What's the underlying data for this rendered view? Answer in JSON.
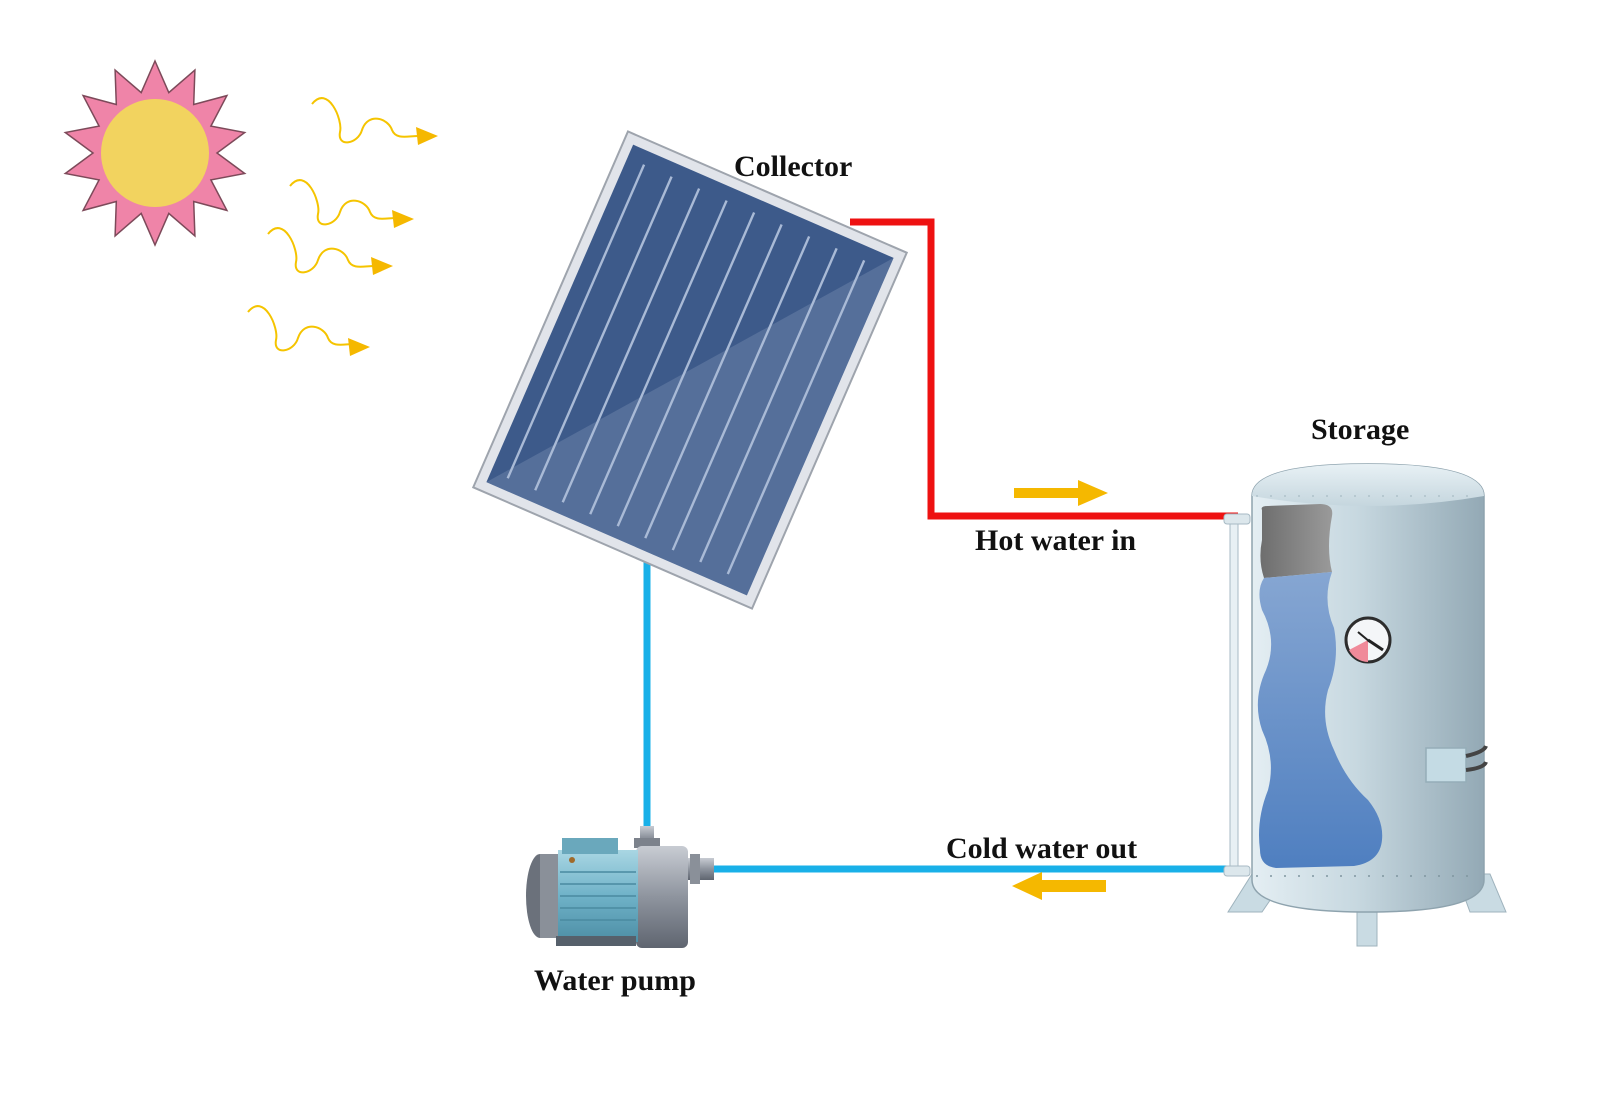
{
  "labels": {
    "collector": "Collector",
    "storage": "Storage",
    "hot_water_in": "Hot water in",
    "cold_water_out": "Cold water out",
    "water_pump": "Water pump"
  },
  "colors": {
    "hot_pipe": "#ee1111",
    "cold_pipe": "#19b0e8",
    "flow_arrow": "#f5b800",
    "sun_core": "#f2d35f",
    "sun_rays": "#ef84a8",
    "sun_waves": "#f5c400",
    "collector_panel": "#3d5a8a",
    "tank": "#b9ccd6",
    "tank_water": "#5a86c2",
    "pump_motor": "#7ab8cc"
  },
  "icons": [
    "sun-icon",
    "solar-collector-icon",
    "storage-tank-icon",
    "water-pump-icon",
    "flow-arrow-icon"
  ]
}
